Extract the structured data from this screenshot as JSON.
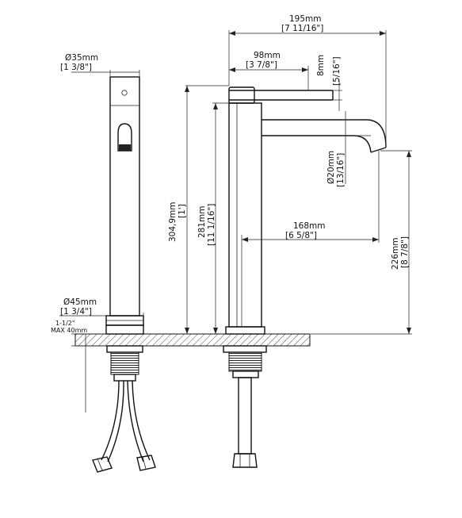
{
  "dimensions": {
    "body_diameter": {
      "metric": "Ø35mm",
      "imperial": "[1 3/8\"]"
    },
    "base_diameter": {
      "metric": "Ø45mm",
      "imperial": "[1 3/4\"]"
    },
    "deck_thickness": {
      "line1": "1-1/2\"",
      "line2": "MAX 40mm"
    },
    "total_height": {
      "metric": "304,9mm",
      "imperial": "[1']"
    },
    "body_height": {
      "metric": "281mm",
      "imperial": "[11 1/16\"]"
    },
    "overall_reach": {
      "metric": "195mm",
      "imperial": "[7 11/16\"]"
    },
    "handle_length": {
      "metric": "98mm",
      "imperial": "[3 7/8\"]"
    },
    "handle_diameter": {
      "metric": "8mm",
      "imperial": "[5/16\"]"
    },
    "spout_diameter": {
      "metric": "Ø20mm",
      "imperial": "[13/16\"]"
    },
    "spout_reach": {
      "metric": "168mm",
      "imperial": "[6 5/8\"]"
    },
    "spout_height": {
      "metric": "226mm",
      "imperial": "[8 7/8\"]"
    }
  }
}
